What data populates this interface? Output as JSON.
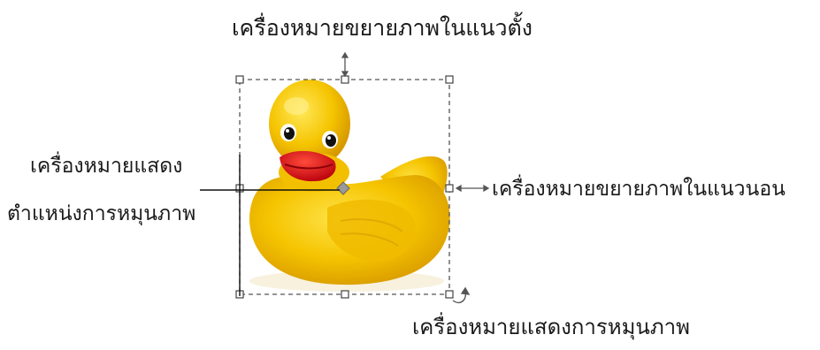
{
  "labels": {
    "vertical_scale_handle": "เครื่องหมายขยายภาพในแนวตั้ง",
    "horizontal_scale_handle": "เครื่องหมายขยายภาพในแนวนอน",
    "rotation_center_line1": "เครื่องหมายแสดง",
    "rotation_center_line2": "ตำแหน่งการหมุนภาพ",
    "rotation_handle": "เครื่องหมายแสดงการหมุนภาพ"
  },
  "colors": {
    "duck_body": "#f5c400",
    "duck_shadow": "#d89a00",
    "beak": "#d8121b",
    "frame": "#555555",
    "text": "#1a1a1a"
  },
  "image": {
    "subject_icon": "rubber-duck-icon"
  }
}
